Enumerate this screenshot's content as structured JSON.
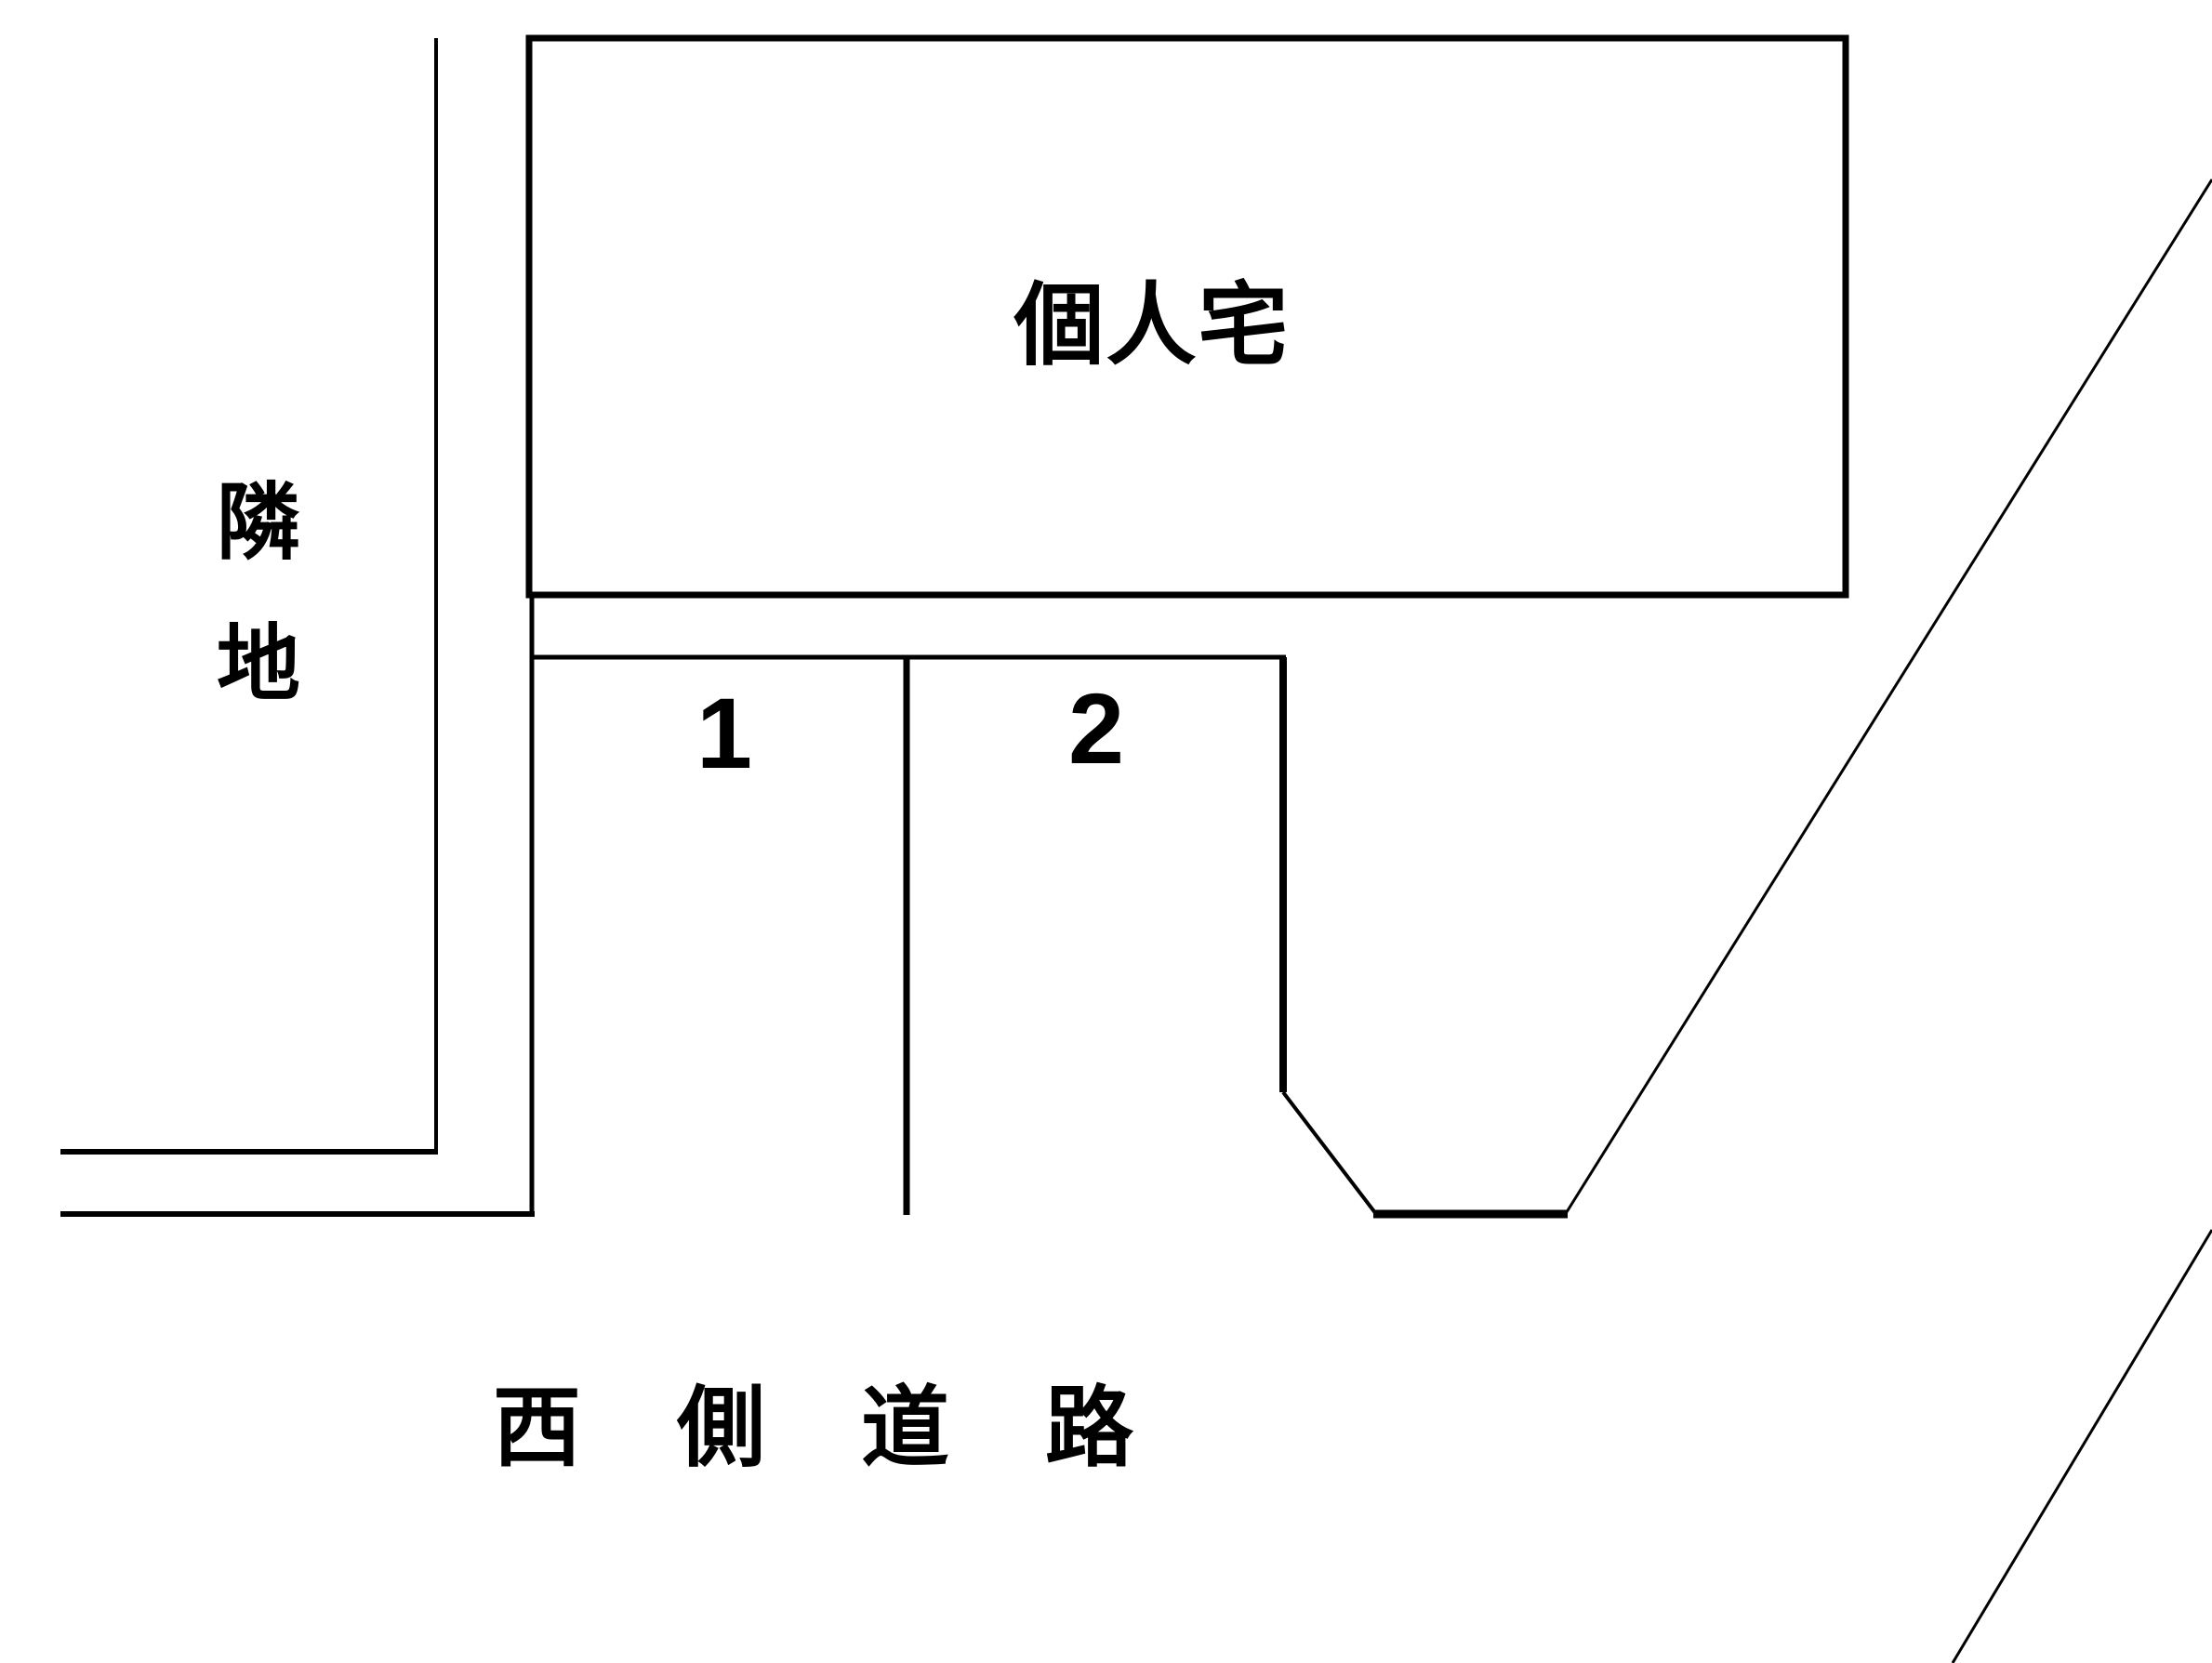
{
  "canvas": {
    "background": "#ffffff",
    "line_color": "#000000"
  },
  "diagram": {
    "kind": "parking-layout-site-plan",
    "labels": {
      "house": "個人宅",
      "adjacent_land": "隣地",
      "parking_space_1": "1",
      "parking_space_2": "2",
      "road": "西側道路"
    }
  }
}
